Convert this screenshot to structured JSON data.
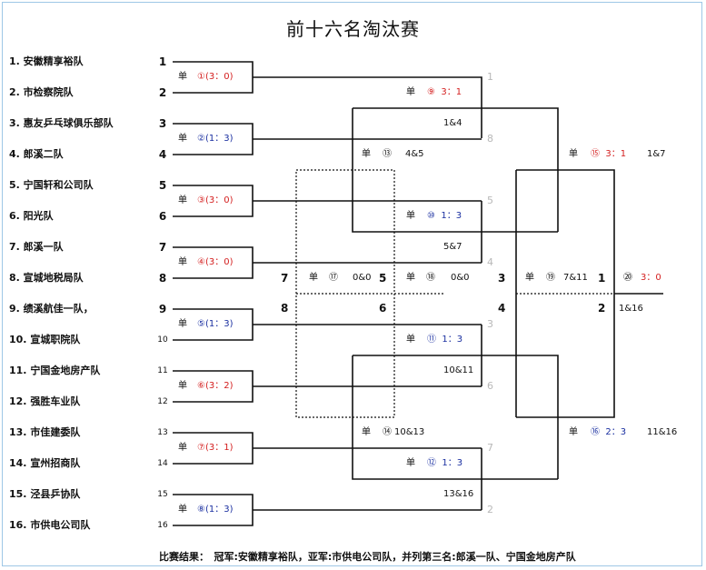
{
  "title": "前十六名淘汰赛",
  "teams": [
    {
      "name": "1. 安徽精享裕队",
      "seed": "1"
    },
    {
      "name": "2. 市检察院队",
      "seed": "2"
    },
    {
      "name": "3. 惠友乒乓球俱乐部队",
      "seed": "3"
    },
    {
      "name": "4. 郎溪二队",
      "seed": "4"
    },
    {
      "name": "5. 宁国轩和公司队",
      "seed": "5"
    },
    {
      "name": "6. 阳光队",
      "seed": "6"
    },
    {
      "name": "7. 郎溪一队",
      "seed": "7"
    },
    {
      "name": "8. 宣城地税局队",
      "seed": "8"
    },
    {
      "name": "9. 绩溪航佳一队，",
      "seed": "9"
    },
    {
      "name": "10. 宣城职院队",
      "seed": "10"
    },
    {
      "name": "11. 宁国金地房产队",
      "seed": "11"
    },
    {
      "name": "12. 强胜车业队",
      "seed": "12"
    },
    {
      "name": "13. 市佳建委队",
      "seed": "13"
    },
    {
      "name": "14. 宣州招商队",
      "seed": "14"
    },
    {
      "name": "15. 泾县乒协队",
      "seed": "15"
    },
    {
      "name": "16. 市供电公司队",
      "seed": "16"
    }
  ],
  "round1": [
    {
      "type": "单",
      "num": "①",
      "score": "(3：0)",
      "color": "red"
    },
    {
      "type": "单",
      "num": "②",
      "score": "(1：3)",
      "color": "blue"
    },
    {
      "type": "单",
      "num": "③",
      "score": "(3：0)",
      "color": "red"
    },
    {
      "type": "单",
      "num": "④",
      "score": "(3：0)",
      "color": "red"
    },
    {
      "type": "单",
      "num": "⑤",
      "score": "(1：3)",
      "color": "blue"
    },
    {
      "type": "单",
      "num": "⑥",
      "score": "(3：2)",
      "color": "red"
    },
    {
      "type": "单",
      "num": "⑦",
      "score": "(3：1)",
      "color": "red"
    },
    {
      "type": "单",
      "num": "⑧",
      "score": "(1：3)",
      "color": "blue"
    }
  ],
  "round2": [
    {
      "type": "单",
      "num": "⑨",
      "score": "3：1",
      "color": "red",
      "pair": "1&4",
      "top": "1",
      "bottom": "8"
    },
    {
      "type": "单",
      "num": "⑩",
      "score": "1：3",
      "color": "blue",
      "pair": "5&7",
      "top": "5",
      "bottom": "4"
    },
    {
      "type": "单",
      "num": "⑪",
      "score": "1：3",
      "color": "blue",
      "pair": "10&11",
      "top": "3",
      "bottom": "6"
    },
    {
      "type": "单",
      "num": "⑫",
      "score": "1：3",
      "color": "blue",
      "pair": "13&16",
      "top": "7",
      "bottom": "2"
    }
  ],
  "round3": [
    {
      "type": "单",
      "num": "⑬",
      "pair": "4&5"
    },
    {
      "type": "单",
      "num": "⑭",
      "pair": "10&13"
    },
    {
      "type": "单",
      "num": "⑮",
      "score": "3：1",
      "color": "red",
      "pair": "1&7"
    },
    {
      "type": "单",
      "num": "⑯",
      "score": "2：3",
      "color": "blue",
      "pair": "11&16"
    }
  ],
  "placement": [
    {
      "type": "单",
      "num": "⑰",
      "score": "0&0",
      "left": "7",
      "right": "5",
      "below_left": "8",
      "below_right": "6"
    },
    {
      "type": "单",
      "num": "⑱",
      "score": "0&0"
    },
    {
      "type": "单",
      "num": "⑲",
      "pair": "7&11",
      "left": "3",
      "right": "1",
      "below_left": "4",
      "below_right": "2"
    },
    {
      "num": "⑳",
      "score": "3：0",
      "color": "red",
      "pair": "1&16"
    }
  ],
  "footer": "比赛结果：　冠军:安徽精享裕队，亚军:市供电公司队，并列第三名:郎溪一队、宁国金地房产队"
}
